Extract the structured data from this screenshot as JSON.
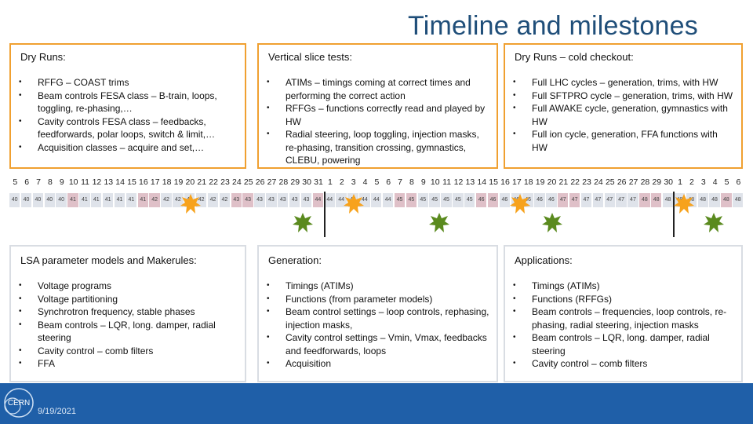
{
  "title": "Timeline and milestones",
  "top_boxes": [
    {
      "heading": "Dry Runs:",
      "items": [
        "RFFG – COAST trims",
        "Beam controls FESA class – B-train, loops, toggling, re-phasing,…",
        "Cavity controls FESA class – feedbacks, feedforwards, polar loops, switch & limit,…",
        "Acquisition classes – acquire and set,…"
      ]
    },
    {
      "heading": "Vertical slice tests:",
      "items": [
        "ATIMs – timings coming at correct times and performing the correct action",
        "RFFGs – functions correctly read and played by HW",
        "Radial steering, loop toggling, injection masks, re-phasing, transition crossing, gymnastics, CLEBU, powering"
      ]
    },
    {
      "heading": "Dry Runs – cold checkout:",
      "items": [
        "Full LHC cycles – generation, trims, with HW",
        "Full SFTPRO cycle – generation, trims, with HW",
        "Full AWAKE cycle, generation, gymnastics with HW",
        "Full ion cycle, generation, FFA functions with HW"
      ]
    }
  ],
  "bottom_boxes": [
    {
      "heading": "LSA parameter models and Makerules:",
      "items": [
        "Voltage programs",
        "Voltage partitioning",
        "Synchrotron frequency, stable phases",
        "Beam controls – LQR, long. damper, radial steering",
        "Cavity control – comb filters",
        "FFA"
      ]
    },
    {
      "heading": "Generation:",
      "items": [
        "Timings (ATIMs)",
        "Functions (from parameter models)",
        "Beam control settings – loop controls, rephasing, injection masks,",
        "Cavity control settings – Vmin, Vmax, feedbacks and feedforwards, loops",
        "Acquisition"
      ]
    },
    {
      "heading": "Applications:",
      "items": [
        "Timings (ATIMs)",
        "Functions (RFFGs)",
        "Beam controls – frequencies, loop controls, re-phasing, radial steering, injection masks",
        "Beam controls – LQR, long. damper, radial steering",
        "Cavity control – comb filters"
      ]
    }
  ],
  "timeline": {
    "day_numbers": [
      "5",
      "6",
      "7",
      "8",
      "9",
      "10",
      "11",
      "12",
      "13",
      "14",
      "15",
      "16",
      "17",
      "18",
      "19",
      "20",
      "21",
      "22",
      "23",
      "24",
      "25",
      "26",
      "27",
      "28",
      "29",
      "30",
      "31",
      "1",
      "2",
      "3",
      "4",
      "5",
      "6",
      "7",
      "8",
      "9",
      "10",
      "11",
      "12",
      "13",
      "14",
      "15",
      "16",
      "17",
      "18",
      "19",
      "20",
      "21",
      "22",
      "23",
      "24",
      "25",
      "26",
      "27",
      "28",
      "29",
      "30",
      "1",
      "2",
      "3",
      "4",
      "5",
      "6"
    ],
    "week_numbers": [
      "40",
      "40",
      "40",
      "40",
      "40",
      "41",
      "41",
      "41",
      "41",
      "41",
      "41",
      "41",
      "42",
      "42",
      "42",
      "42",
      "42",
      "42",
      "42",
      "43",
      "43",
      "43",
      "43",
      "43",
      "43",
      "43",
      "44",
      "44",
      "44",
      "44",
      "44",
      "44",
      "44",
      "45",
      "45",
      "45",
      "45",
      "45",
      "45",
      "45",
      "46",
      "46",
      "46",
      "46",
      "46",
      "46",
      "46",
      "47",
      "47",
      "47",
      "47",
      "47",
      "47",
      "47",
      "48",
      "48",
      "48",
      "48",
      "48",
      "48",
      "48",
      "48",
      "48"
    ],
    "pink_indices": [
      5,
      11,
      12,
      19,
      20,
      26,
      33,
      34,
      40,
      41,
      47,
      48,
      54,
      55,
      61
    ],
    "colors": {
      "orange_marker": "#f7a21c",
      "green_marker": "#5a8a1e",
      "pink_cell": "#dfc0c8",
      "grey_cell": "#dfe3ea"
    }
  },
  "footer": {
    "date": "9/19/2021",
    "logo": "cern-logo",
    "color": "#1f5fa8"
  }
}
